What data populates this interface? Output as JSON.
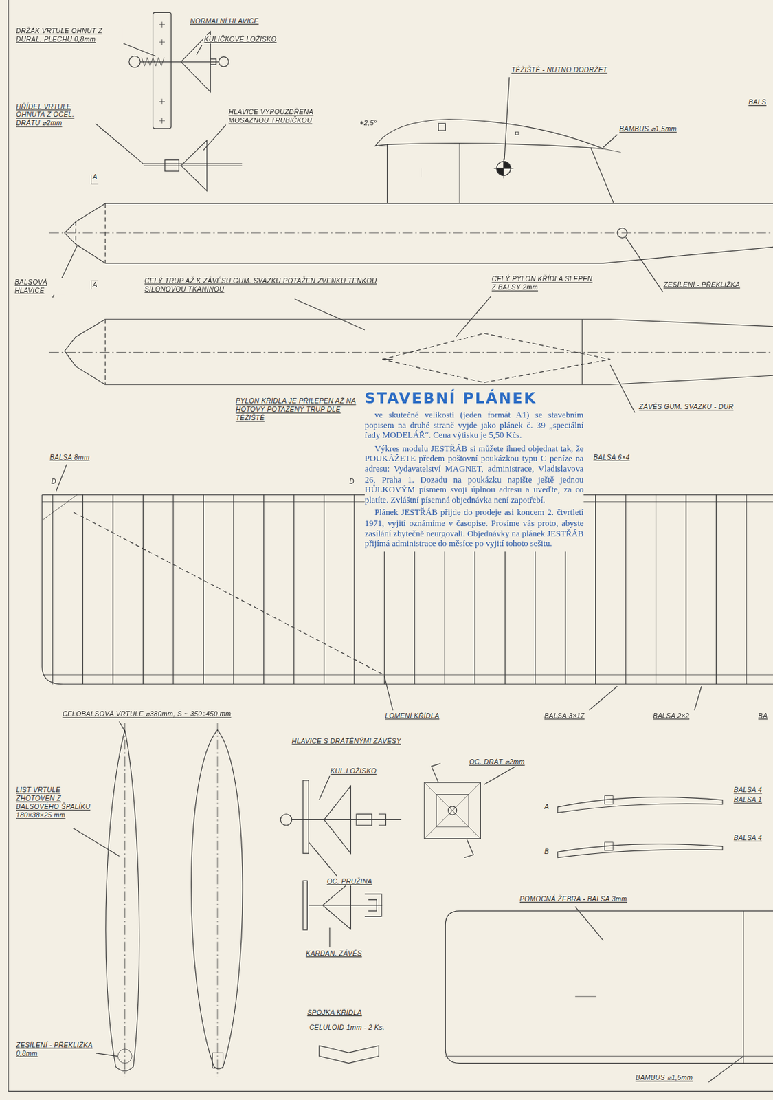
{
  "diagram": {
    "title": "STAVEBNÍ PLÁNEK",
    "labels": [
      "NORMALNÍ HLAVICE",
      "DRŽÁK VRTULE OHNUT Z DURAL. PLECHU 0,8mm",
      "KULIČKOVÉ LOŽISKO",
      "HŘÍDEL VRTULE OHNUTA Z OCEL. DRÁTU ⌀2mm",
      "HLAVICE VYPOUZDŘENA MOSAZNOU TRUBIČKOU",
      "+2,5°",
      "TĚŽIŠTĚ - NUTNO DODRŽET",
      "BAMBUS ⌀1,5mm",
      "BALS",
      "A",
      "A",
      "BALSOVÁ HLAVICE",
      "CELÝ TRUP AŽ K ZÁVĚSU GUM. SVAZKU POTAŽEN ZVENKU TENKOU SILONOVOU TKANINOU",
      "CELÝ PYLON KŘÍDLA SLEPEN Z BALSY 2mm",
      "ZESÍLENÍ - PŘEKLIŽKA",
      "PYLON KŘÍDLA JE PŘILEPEN AŽ NA HOTOVÝ POTAŽENÝ TRUP DLE TĚŽIŠTĚ",
      "ZÁVĚS GUM. SVAZKU - DUR",
      "BALSA 8mm",
      "D",
      "D",
      "BALSA 6×4",
      "LOMENÍ KŘÍDLA",
      "BALSA 3×17",
      "BALSA 2×2",
      "BA",
      "CELOBALSOVÁ VRTULE ⌀380mm, S ~ 350÷450 mm",
      "HLAVICE S DRÁTĚNÝMI ZÁVĚSY",
      "KUL.LOŽISKO",
      "OC. DRÁT ⌀2mm",
      "LIST VRTULE ZHOTOVEN Z BALSOVÉHO ŠPALÍKU 180×38×25 mm",
      "A",
      "BALSA 4",
      "BALSA 1",
      "B",
      "BALSA 4",
      "OC. PRUŽINA",
      "POMOCNÁ ŽEBRA - BALSA 3mm",
      "KARDAN. ZÁVĚS",
      "SPOJKA KŘÍDLA",
      "CELULOID 1mm - 2 Ks.",
      "ZESÍLENÍ - PŘEKLIŽKA 0,8mm",
      "BAMBUS ⌀1,5mm",
      "ve skutečné velikosti (jeden formát A1) se stavebním popisem na druhé straně vyjde jako plánek č. 39 „speciální řady MODELÁŘ“. Cena výtisku je 5,50 Kčs.",
      "Výkres modelu JESTŘÁB si můžete ihned objednat tak, že POUKÁŽETE předem poštovní poukázkou typu C peníze na adresu: Vydavatelství MAGNET, administrace, Vladislavova 26, Praha 1. Dozadu na poukázku napište ještě jednou HŮLKOVÝM písmem svoji úplnou adresu a uveďte, za co platíte. Zvláštní písemná objednávka není zapotřebí.",
      "Plánek JESTŘÁB přijde do prodeje asi koncem 2. čtvrtletí 1971, vyjití oznámíme v časopise. Prosíme vás proto, abyste zasílání zbytečně neurgovali. Objednávky na plánek JESTŘÁB přijímá administrace do měsíce po vyjití tohoto sešitu."
    ]
  }
}
